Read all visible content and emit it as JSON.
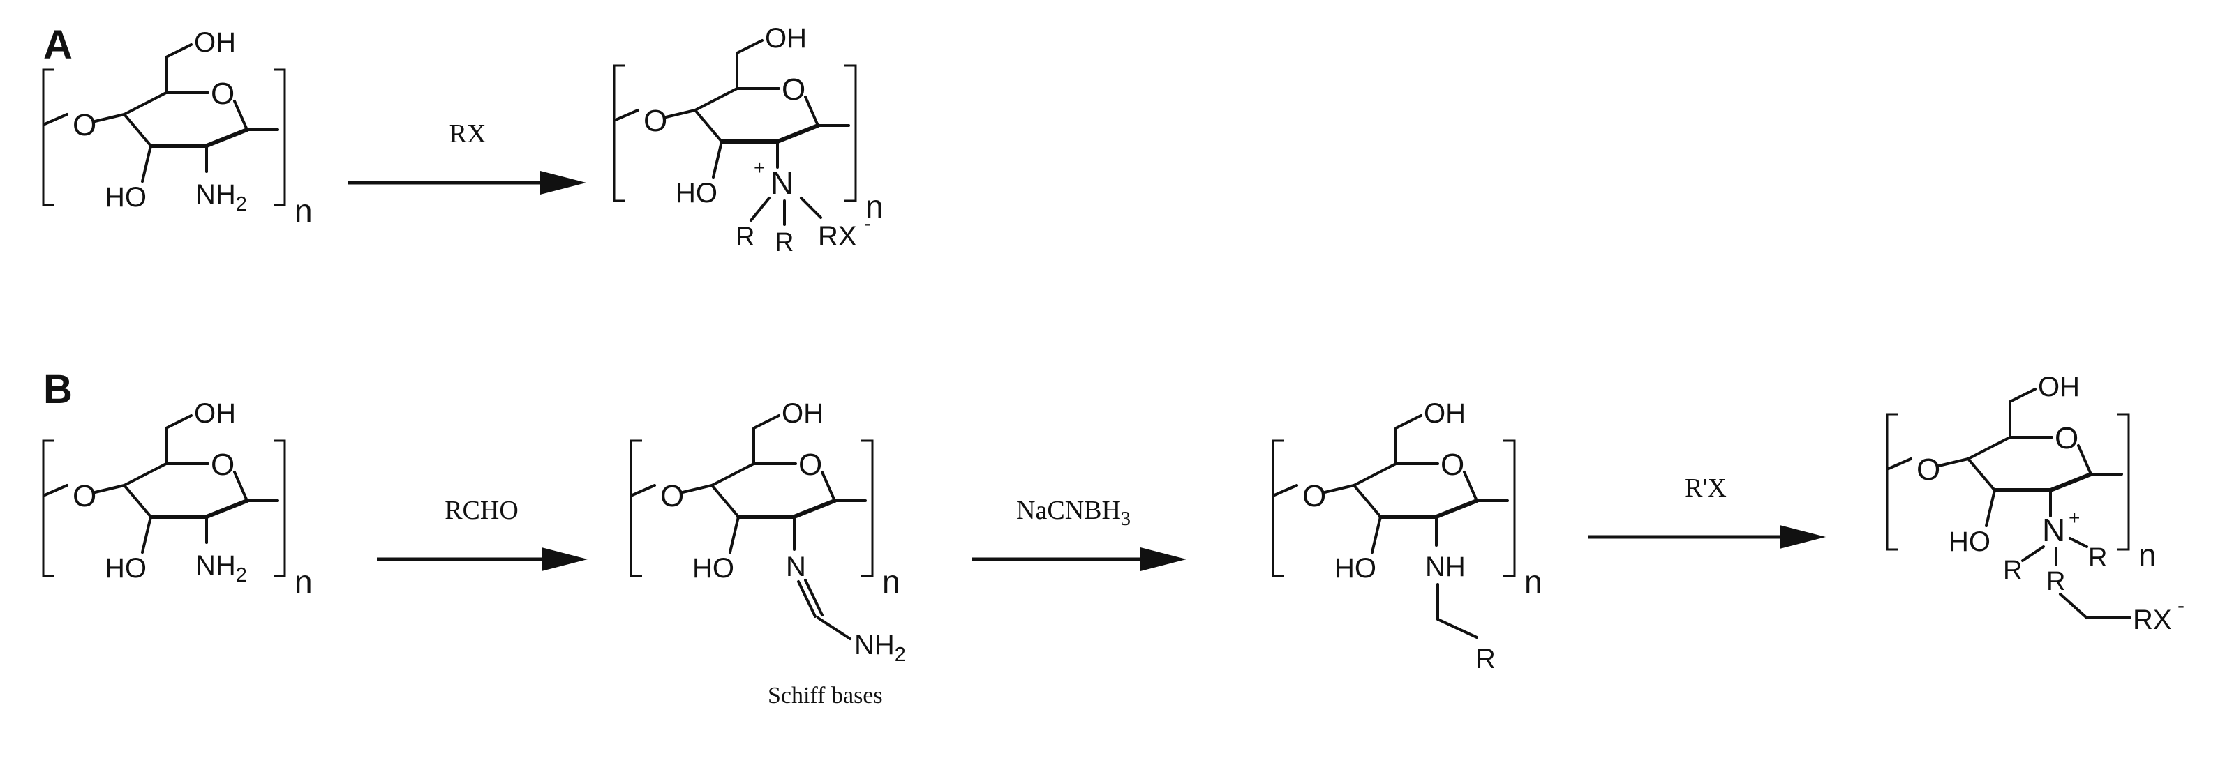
{
  "panels": [
    {
      "letter": "A",
      "reagents": [
        "RX"
      ],
      "structures": [
        {
          "oh_top": "OH",
          "ho": "HO",
          "n": "n",
          "sub": {
            "kind": "amine",
            "nh": "NH",
            "sub2": "2"
          }
        },
        {
          "oh_top": "OH",
          "ho": "HO",
          "n": "n",
          "sub": {
            "kind": "quat_a",
            "plus": "+",
            "N": "N",
            "r1": "R",
            "r2": "R",
            "rx": "RX",
            "minus": "-"
          }
        }
      ]
    },
    {
      "letter": "B",
      "reagents": [
        "RCHO",
        "NaCNBH3",
        "R'X"
      ],
      "structures": [
        {
          "oh_top": "OH",
          "ho": "HO",
          "n": "n",
          "sub": {
            "kind": "amine",
            "nh": "NH",
            "sub2": "2"
          }
        },
        {
          "oh_top": "OH",
          "ho": "HO",
          "n": "n",
          "caption": "Schiff bases",
          "sub": {
            "kind": "imine",
            "N": "N",
            "nh": "NH",
            "sub2": "2"
          }
        },
        {
          "oh_top": "OH",
          "ho": "HO",
          "n": "n",
          "sub": {
            "kind": "secamine",
            "nh": "NH",
            "r": "R"
          }
        },
        {
          "oh_top": "OH",
          "ho": "HO",
          "n": "n",
          "sub": {
            "kind": "quat_b",
            "N": "N",
            "plus": "+",
            "r1": "R",
            "r2": "R",
            "r3": "R",
            "rx": "RX",
            "minus": "-"
          }
        }
      ]
    }
  ]
}
